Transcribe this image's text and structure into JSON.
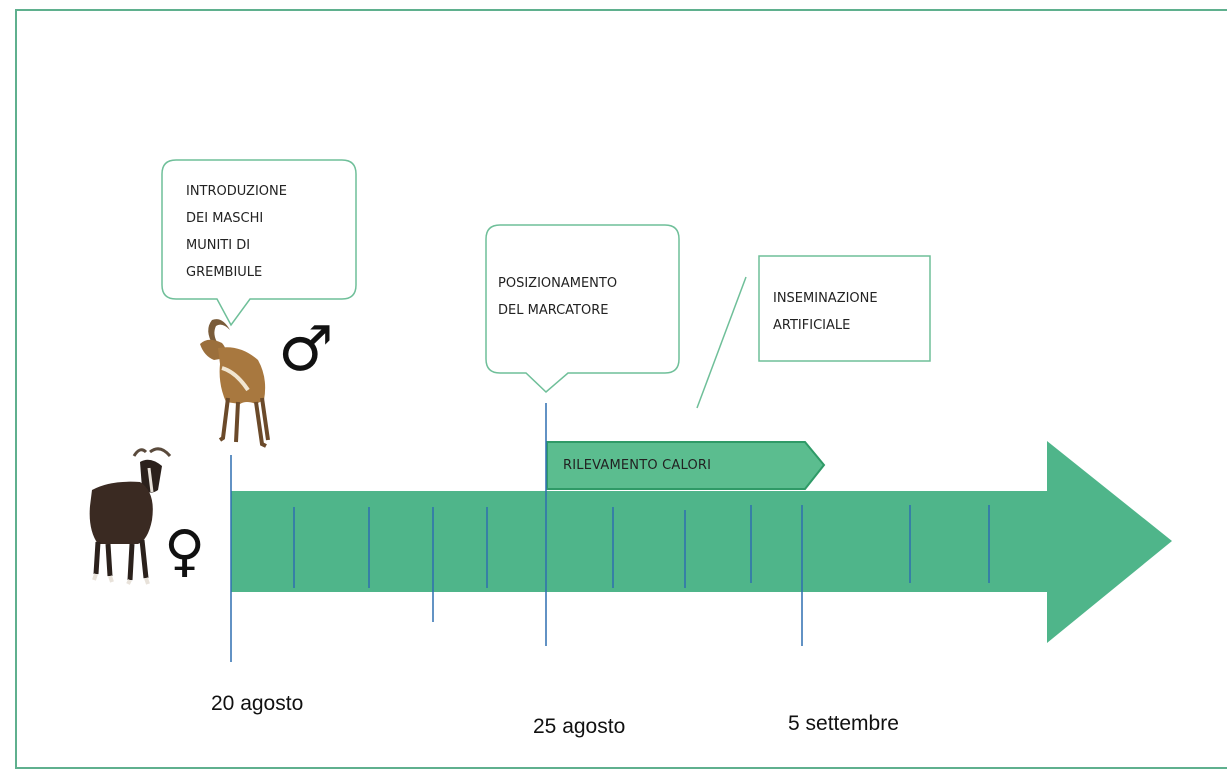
{
  "callouts": {
    "intro": "INTRODUZIONE\nDEI MASCHI\nMUNITI DI\nGREMBIULE",
    "marker": "POSIZIONAMENTO\nDEL MARCATORE",
    "insemination": "INSEMINAZIONE\nARTIFICIALE"
  },
  "heat_bar": {
    "label": "RILEVAMENTO  CALORI"
  },
  "dates": {
    "start": "20 agosto",
    "marker": "25 agosto",
    "insemination": "5 settembre"
  },
  "symbols": {
    "male": "♂",
    "female": "♀"
  },
  "icons": {
    "male_animal": "ibex-icon",
    "female_animal": "goat-icon"
  },
  "colors": {
    "arrow": "#4fb58a",
    "heat_bar": "#5bbd8f",
    "tick": "#2f6fb0",
    "frame": "#5fb08e",
    "callout_border": "#6fbf99"
  }
}
